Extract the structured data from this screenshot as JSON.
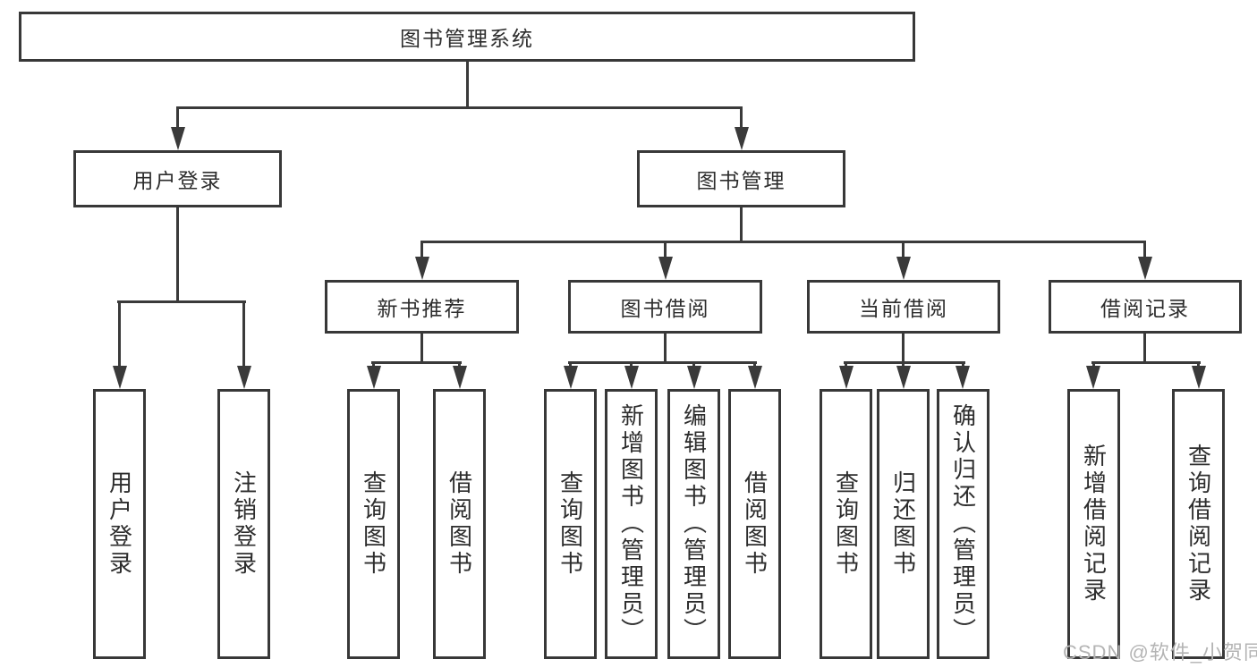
{
  "diagram": {
    "root": {
      "label": "图书管理系统",
      "children": [
        {
          "label": "用户登录",
          "children": [
            {
              "label": "用户登录"
            },
            {
              "label": "注销登录"
            }
          ]
        },
        {
          "label": "图书管理",
          "children": [
            {
              "label": "新书推荐",
              "children": [
                {
                  "label": "查询图书"
                },
                {
                  "label": "借阅图书"
                }
              ]
            },
            {
              "label": "图书借阅",
              "children": [
                {
                  "label": "查询图书"
                },
                {
                  "label": "新增图书（管理员）"
                },
                {
                  "label": "编辑图书（管理员）"
                },
                {
                  "label": "借阅图书"
                }
              ]
            },
            {
              "label": "当前借阅",
              "children": [
                {
                  "label": "查询图书"
                },
                {
                  "label": "归还图书"
                },
                {
                  "label": "确认归还（管理员）"
                }
              ]
            },
            {
              "label": "借阅记录",
              "children": [
                {
                  "label": "新增借阅记录"
                },
                {
                  "label": "查询借阅记录"
                }
              ]
            }
          ]
        }
      ]
    }
  },
  "watermark": {
    "text": "CSDN @软件_小贺同学"
  },
  "colors": {
    "line": "#3a3a3a",
    "box_border": "#383838",
    "text": "#2d2d2d",
    "background": "#ffffff",
    "watermark": "#b4b4b4"
  }
}
